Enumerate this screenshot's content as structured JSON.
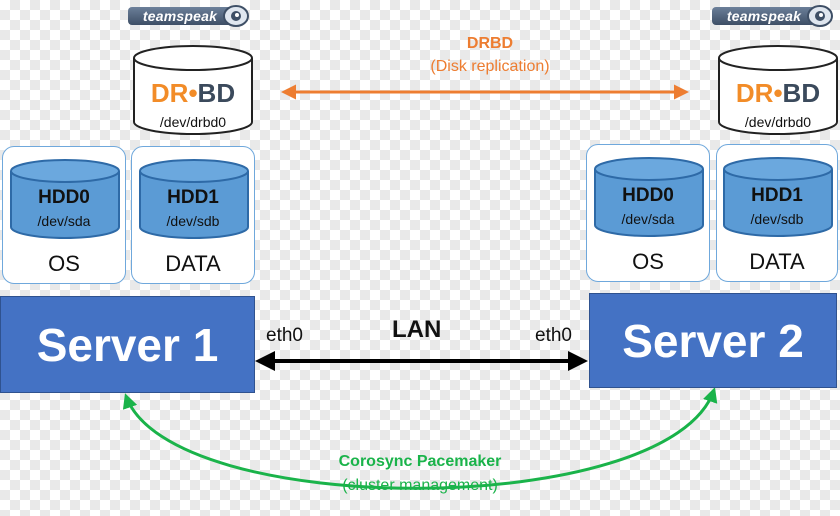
{
  "badges": {
    "teamspeak": "teamspeak"
  },
  "drbd_link": {
    "title": "DRBD",
    "subtitle": "(Disk replication)"
  },
  "lan_link": {
    "label": "LAN",
    "eth_left": "eth0",
    "eth_right": "eth0"
  },
  "cluster_link": {
    "title": "Corosync Pacemaker",
    "subtitle": "(cluster management)"
  },
  "nodes": [
    {
      "server": "Server 1",
      "drbd": {
        "logo_left": "DR",
        "logo_right": "BD",
        "device": "/dev/drbd0"
      },
      "disks": [
        {
          "name": "HDD0",
          "device": "/dev/sda",
          "role": "OS"
        },
        {
          "name": "HDD1",
          "device": "/dev/sdb",
          "role": "DATA"
        }
      ]
    },
    {
      "server": "Server 2",
      "drbd": {
        "logo_left": "DR",
        "logo_right": "BD",
        "device": "/dev/drbd0"
      },
      "disks": [
        {
          "name": "HDD0",
          "device": "/dev/sda",
          "role": "OS"
        },
        {
          "name": "HDD1",
          "device": "/dev/sdb",
          "role": "DATA"
        }
      ]
    }
  ],
  "colors": {
    "server_fill": "#4472c4",
    "disk_fill": "#5b9bd5",
    "card_border": "#6fa8dc",
    "drbd_arrow": "#ed7d31",
    "cluster_arrow": "#1ab34a",
    "lan_arrow": "#000000"
  }
}
